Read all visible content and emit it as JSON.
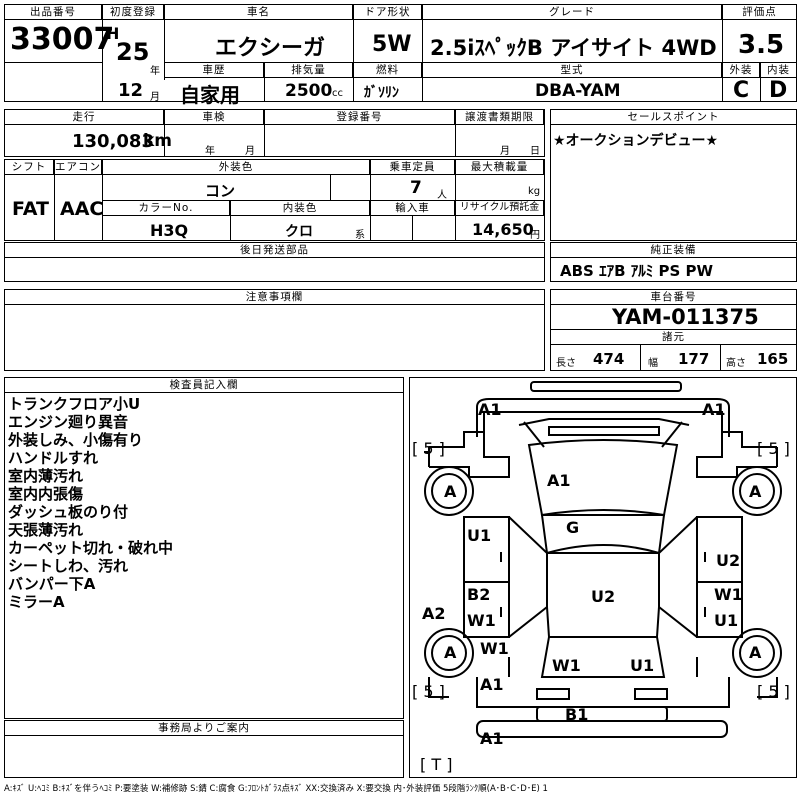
{
  "lot": {
    "label": "出品番号",
    "value": "33007"
  },
  "first_reg": {
    "label": "初度登録",
    "era": "H",
    "year": "25",
    "year_unit": "年",
    "month": "12",
    "month_unit": "月"
  },
  "car_name": {
    "label": "車名",
    "value": "エクシーガ"
  },
  "door": {
    "label": "ドア形状",
    "value": "5W"
  },
  "grade": {
    "label": "グレード",
    "value": "2.5iｽﾍﾟｯｸB アイサイト 4WD"
  },
  "score": {
    "label": "評価点",
    "value": "3.5"
  },
  "history": {
    "label": "車歴",
    "value": "自家用"
  },
  "displacement": {
    "label": "排気量",
    "value": "2500",
    "unit": "cc"
  },
  "fuel": {
    "label": "燃料",
    "value": "ｶﾞｿﾘﾝ"
  },
  "model_code": {
    "label": "型式",
    "value": "DBA-YAM"
  },
  "exterior": {
    "label": "外装",
    "value": "C"
  },
  "interior": {
    "label": "内装",
    "value": "D"
  },
  "mileage": {
    "label": "走行",
    "value": "130,083",
    "unit": "km"
  },
  "inspection": {
    "label": "車検",
    "year_unit": "年",
    "month_unit": "月"
  },
  "reg_no": {
    "label": "登録番号"
  },
  "transfer": {
    "label": "譲渡書類期限",
    "month_unit": "月",
    "day_unit": "日"
  },
  "shift": {
    "label": "シフト",
    "value": "FAT"
  },
  "ac": {
    "label": "エアコン",
    "value": "AAC"
  },
  "ext_color": {
    "label": "外装色",
    "value": "コン"
  },
  "capacity": {
    "label": "乗車定員",
    "value": "7",
    "unit": "人"
  },
  "max_load": {
    "label": "最大積載量",
    "unit": "kg"
  },
  "color_no": {
    "label": "カラーNo.",
    "value": "H3Q"
  },
  "int_color": {
    "label": "内装色",
    "value": "クロ",
    "suffix": "系"
  },
  "import": {
    "label": "輸入車"
  },
  "recycle": {
    "label": "リサイクル預託金",
    "value": "14,650",
    "unit": "円"
  },
  "later_parts": {
    "label": "後日発送部品"
  },
  "sales_point": {
    "label": "セールスポイント",
    "value": "★オークションデビュー★"
  },
  "genuine_equip": {
    "label": "純正装備",
    "value": "ABS ｴｱB ｱﾙﾐ PS PW"
  },
  "notes": {
    "label": "注意事項欄"
  },
  "chassis": {
    "label": "車台番号",
    "value": "YAM-011375"
  },
  "specs": {
    "label": "諸元",
    "length_label": "長さ",
    "length": "474",
    "width_label": "幅",
    "width": "177",
    "height_label": "高さ",
    "height": "165"
  },
  "inspector": {
    "label": "検査員記入欄",
    "remarks": [
      "トランクフロア小U",
      "エンジン廻り異音",
      "外装しみ、小傷有り",
      "ハンドルすれ",
      "室内薄汚れ",
      "室内内張傷",
      "ダッシュ板のり付",
      "天張薄汚れ",
      "カーペット切れ・破れ中",
      "シートしわ、汚れ",
      "バンパー下A",
      "ミラーA"
    ]
  },
  "office": {
    "label": "事務局よりご案内"
  },
  "diagram": {
    "marks": [
      "A1",
      "A1",
      "[ 5 ]",
      "[ 5 ]",
      "A",
      "A",
      "A1",
      "G",
      "U1",
      "U2",
      "B2",
      "W1",
      "A2",
      "W1",
      "U2",
      "W1",
      "U1",
      "A",
      "A",
      "W1",
      "A1",
      "W1",
      "U1",
      "[ 5 ]",
      "[ 5 ]",
      "B1",
      "A1",
      "[ T ]"
    ]
  },
  "legend": "A:ｷｽﾞ U:ﾍｺﾐ B:ｷｽﾞを伴うﾍｺﾐ P:要塗装 W:補修跡 S:錆 C:腐食 G:ﾌﾛﾝﾄｶﾞﾗｽ点ｷｽﾞ XX:交換済み X:要交換 内･外装評価 5段階ﾗﾝｸ順(A･B･C･D･E) 1"
}
